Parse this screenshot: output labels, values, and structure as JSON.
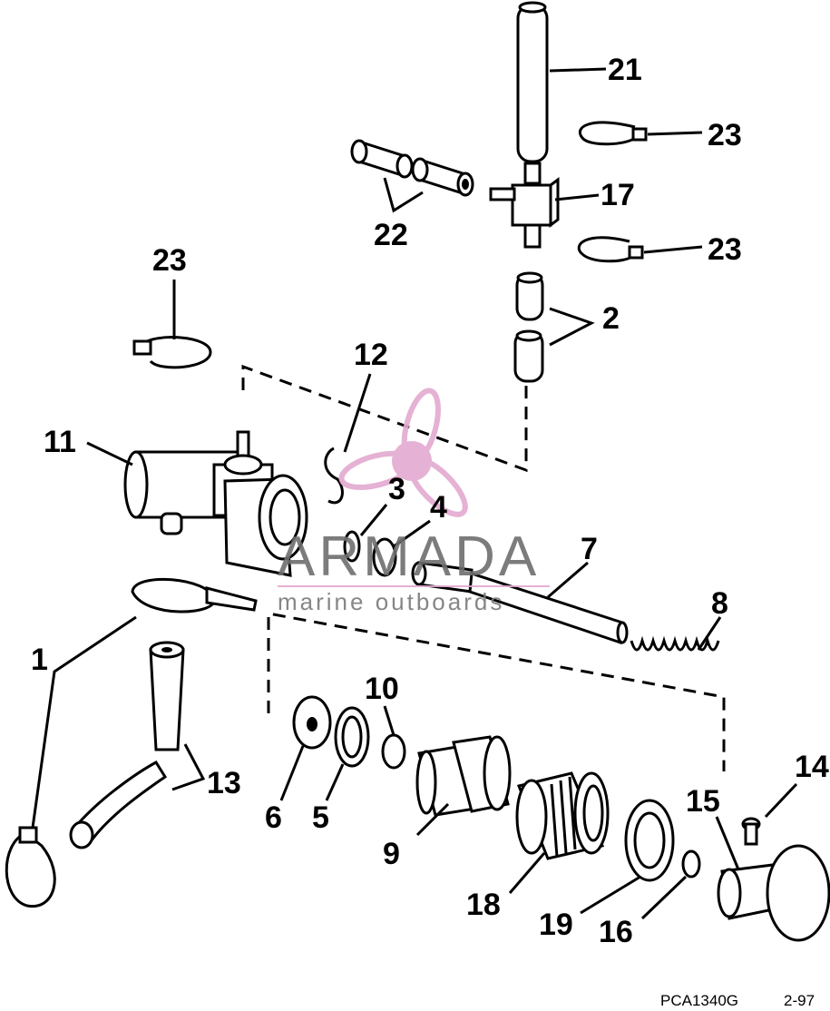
{
  "callouts": [
    {
      "id": "21",
      "label": "21"
    },
    {
      "id": "23-top",
      "label": "23"
    },
    {
      "id": "17",
      "label": "17"
    },
    {
      "id": "22",
      "label": "22"
    },
    {
      "id": "23-mid",
      "label": "23"
    },
    {
      "id": "23-left",
      "label": "23"
    },
    {
      "id": "2",
      "label": "2"
    },
    {
      "id": "12",
      "label": "12"
    },
    {
      "id": "11",
      "label": "11"
    },
    {
      "id": "3",
      "label": "3"
    },
    {
      "id": "4",
      "label": "4"
    },
    {
      "id": "7",
      "label": "7"
    },
    {
      "id": "8",
      "label": "8"
    },
    {
      "id": "1",
      "label": "1"
    },
    {
      "id": "10",
      "label": "10"
    },
    {
      "id": "13",
      "label": "13"
    },
    {
      "id": "14",
      "label": "14"
    },
    {
      "id": "15",
      "label": "15"
    },
    {
      "id": "6",
      "label": "6"
    },
    {
      "id": "5",
      "label": "5"
    },
    {
      "id": "9",
      "label": "9"
    },
    {
      "id": "18",
      "label": "18"
    },
    {
      "id": "19",
      "label": "19"
    },
    {
      "id": "16",
      "label": "16"
    }
  ],
  "watermark": {
    "title": "ARMADA",
    "subtitle": "marine outboards",
    "color": "#e3a9d0",
    "text_color": "#6e6e6e"
  },
  "footer": {
    "code": "PCA1340G",
    "date": "2-97"
  }
}
